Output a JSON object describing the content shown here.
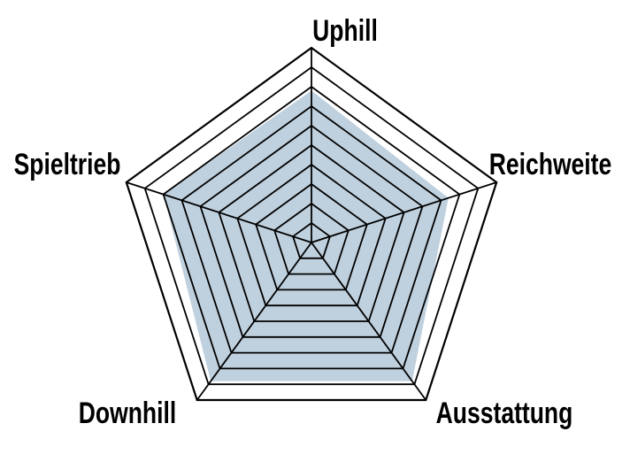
{
  "chart_data": {
    "type": "radar",
    "axes": [
      "Uphill",
      "Reichweite",
      "Ausstattung",
      "Downhill",
      "Spieltrieb"
    ],
    "rings": 10,
    "range": [
      0,
      10
    ],
    "grid": true,
    "series": [
      {
        "values": [
          7.8,
          7.4,
          8.8,
          8.8,
          8.0
        ]
      }
    ],
    "colors": {
      "fill": "#bfd0de",
      "grid": "#000000",
      "text": "#000000"
    }
  }
}
